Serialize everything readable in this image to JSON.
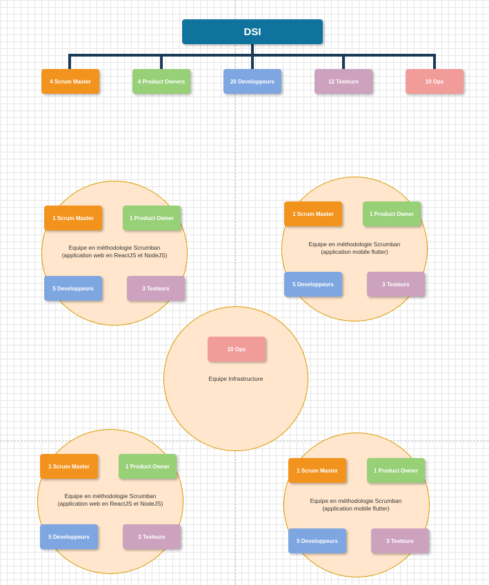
{
  "colors": {
    "dsi": "#10739e",
    "scrum_master": "#f2931e",
    "product_owner": "#97d077",
    "developers": "#7ea6e0",
    "testers": "#cda2be",
    "ops": "#f19c99",
    "connector": "#1b3a57",
    "team_fill": "#ffe6cc",
    "team_border": "#d79b00"
  },
  "org": {
    "root": "DSI",
    "children": [
      "4 Scrum Master",
      "4 Product Owners",
      "20 Developpeurs",
      "12 Testeurs",
      "10 Ops"
    ]
  },
  "teams": [
    {
      "roles": [
        "1 Scrum Master",
        "1 Product Owner",
        "5 Developpeurs",
        "3 Testeurs"
      ],
      "label_line1": "Equipe en méthodologie Scrumban",
      "label_line2": "(application web en ReactJS et NodeJS)"
    },
    {
      "roles": [
        "1 Scrum Master",
        "1 Product Owner",
        "5 Developpeurs",
        "3 Testeurs"
      ],
      "label_line1": "Equipe en méthodologie Scrumban",
      "label_line2": "(application mobile flutter)"
    },
    {
      "roles": [
        "1 Scrum Master",
        "1 Product Owner",
        "5 Developpeurs",
        "3 Testeurs"
      ],
      "label_line1": "Equipe en méthodologie Scrumban",
      "label_line2": "(application web en ReactJS et NodeJS)"
    },
    {
      "roles": [
        "1 Scrum Master",
        "1 Product Owner",
        "5 Developpeurs",
        "3 Testeurs"
      ],
      "label_line1": "Equipe en méthodologie Scrumban",
      "label_line2": "(application mobile flutter)"
    }
  ],
  "infra": {
    "role": "10 Ops",
    "label": "Equipe Infrastructure"
  }
}
